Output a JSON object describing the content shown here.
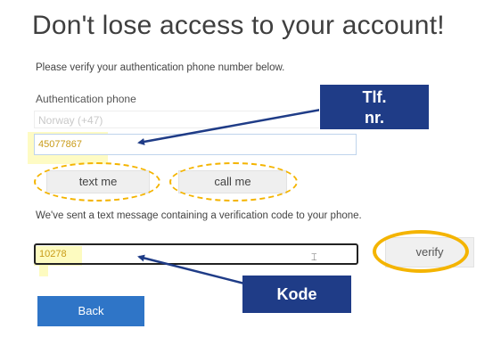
{
  "header": {
    "title": "Don't lose access to your account!"
  },
  "form": {
    "instruction": "Please verify your authentication phone number below.",
    "phone_label": "Authentication phone",
    "country": "Norway (+47)",
    "phone_number": "45077867",
    "text_me_label": "text me",
    "call_me_label": "call me",
    "sent_message": "We've sent a text message containing a verification code to your phone.",
    "code_value": "10278",
    "verify_label": "verify",
    "back_label": "Back"
  },
  "annotations": {
    "phone_callout_line1": "Tlf.",
    "phone_callout_line2": "nr.",
    "code_callout": "Kode",
    "highlight_color": "#fdfab0",
    "oval_color": "#f4b400",
    "callout_color": "#1f3c87"
  }
}
